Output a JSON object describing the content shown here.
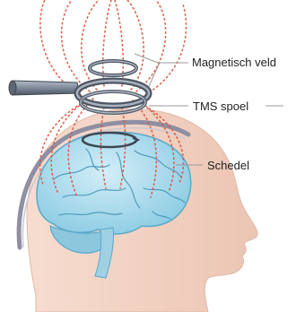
{
  "labels": {
    "field": "Magnetisch veld",
    "coil": "TMS spoel",
    "skull": "Schedel"
  },
  "colors": {
    "skin": "#f2d2c2",
    "skin_edge": "#e2b8a6",
    "brain": "#a8d9ec",
    "brain_edge": "#5aa9c8",
    "brain_fold": "#4f9cbc",
    "skull": "#8f8fa3",
    "coil": "#7f8a9a",
    "coil_dark": "#4e5663",
    "field_lines": "#d9553d",
    "leader_lines": "#9a9a9a"
  }
}
